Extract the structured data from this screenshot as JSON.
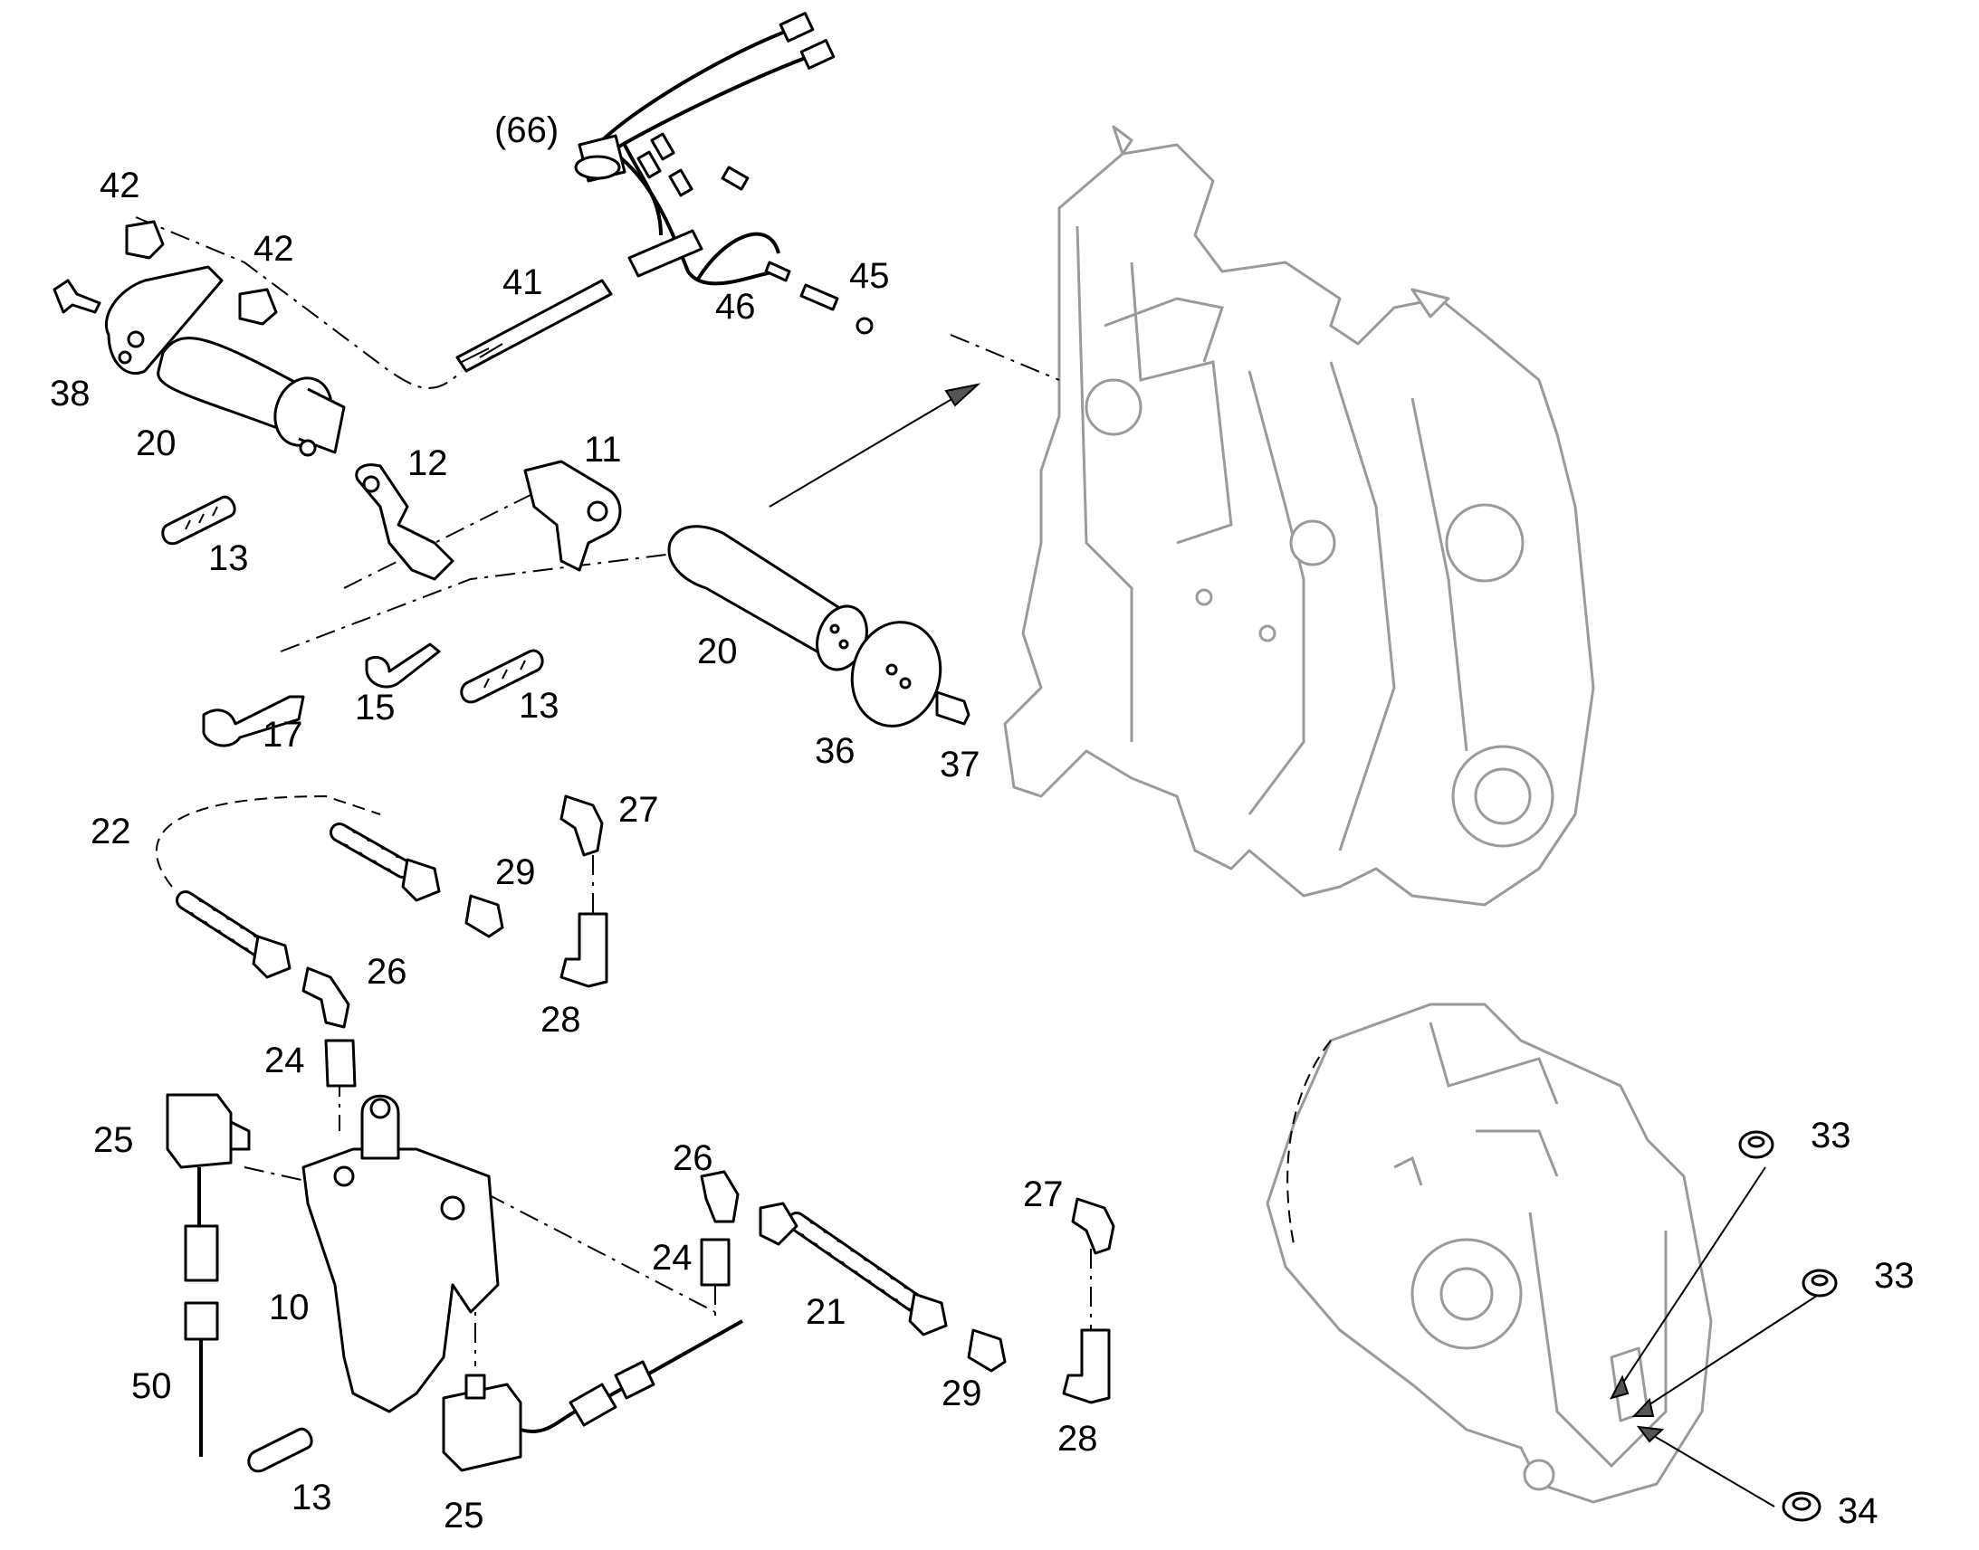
{
  "callouts": [
    {
      "id": "66",
      "label": "(66)"
    },
    {
      "id": "42a",
      "label": "42"
    },
    {
      "id": "42b",
      "label": "42"
    },
    {
      "id": "41",
      "label": "41"
    },
    {
      "id": "45",
      "label": "45"
    },
    {
      "id": "46",
      "label": "46"
    },
    {
      "id": "38",
      "label": "38"
    },
    {
      "id": "20a",
      "label": "20"
    },
    {
      "id": "12",
      "label": "12"
    },
    {
      "id": "11",
      "label": "11"
    },
    {
      "id": "13a",
      "label": "13"
    },
    {
      "id": "20b",
      "label": "20"
    },
    {
      "id": "17",
      "label": "17"
    },
    {
      "id": "15",
      "label": "15"
    },
    {
      "id": "13b",
      "label": "13"
    },
    {
      "id": "36",
      "label": "36"
    },
    {
      "id": "37",
      "label": "37"
    },
    {
      "id": "27a",
      "label": "27"
    },
    {
      "id": "22",
      "label": "22"
    },
    {
      "id": "29a",
      "label": "29"
    },
    {
      "id": "26a",
      "label": "26"
    },
    {
      "id": "28a",
      "label": "28"
    },
    {
      "id": "24a",
      "label": "24"
    },
    {
      "id": "25a",
      "label": "25"
    },
    {
      "id": "26b",
      "label": "26"
    },
    {
      "id": "27b",
      "label": "27"
    },
    {
      "id": "24b",
      "label": "24"
    },
    {
      "id": "21",
      "label": "21"
    },
    {
      "id": "10",
      "label": "10"
    },
    {
      "id": "50",
      "label": "50"
    },
    {
      "id": "29b",
      "label": "29"
    },
    {
      "id": "28b",
      "label": "28"
    },
    {
      "id": "13c",
      "label": "13"
    },
    {
      "id": "25b",
      "label": "25"
    },
    {
      "id": "33a",
      "label": "33"
    },
    {
      "id": "33b",
      "label": "33"
    },
    {
      "id": "34",
      "label": "34"
    }
  ]
}
